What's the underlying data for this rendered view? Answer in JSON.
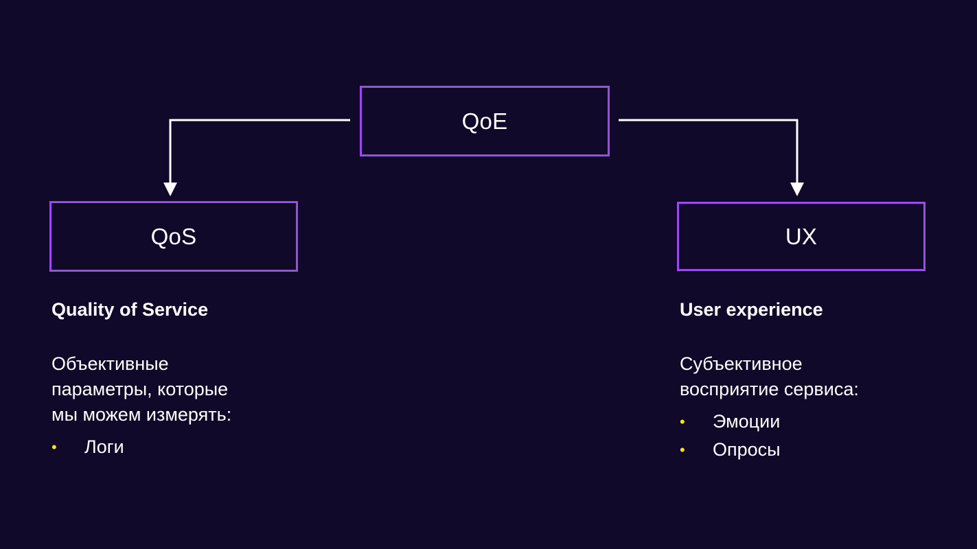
{
  "colors": {
    "background": "#100929",
    "box_border": "#9b4bea",
    "connector": "#ffffff",
    "bullet": "#ffe600",
    "text": "#ffffff"
  },
  "diagram": {
    "root": {
      "label": "QoE"
    },
    "left": {
      "label": "QoS",
      "heading": "Quality of Service",
      "description_lines": [
        "Объективные",
        "параметры, которые",
        "мы можем измерять:"
      ],
      "bullets": [
        "Логи"
      ]
    },
    "right": {
      "label": "UX",
      "heading": "User experience",
      "description_lines": [
        "Субъективное",
        "восприятие сервиса:"
      ],
      "bullets": [
        "Эмоции",
        "Опросы"
      ]
    },
    "edges": [
      {
        "from": "QoE",
        "to": "QoS"
      },
      {
        "from": "QoE",
        "to": "UX"
      }
    ]
  }
}
